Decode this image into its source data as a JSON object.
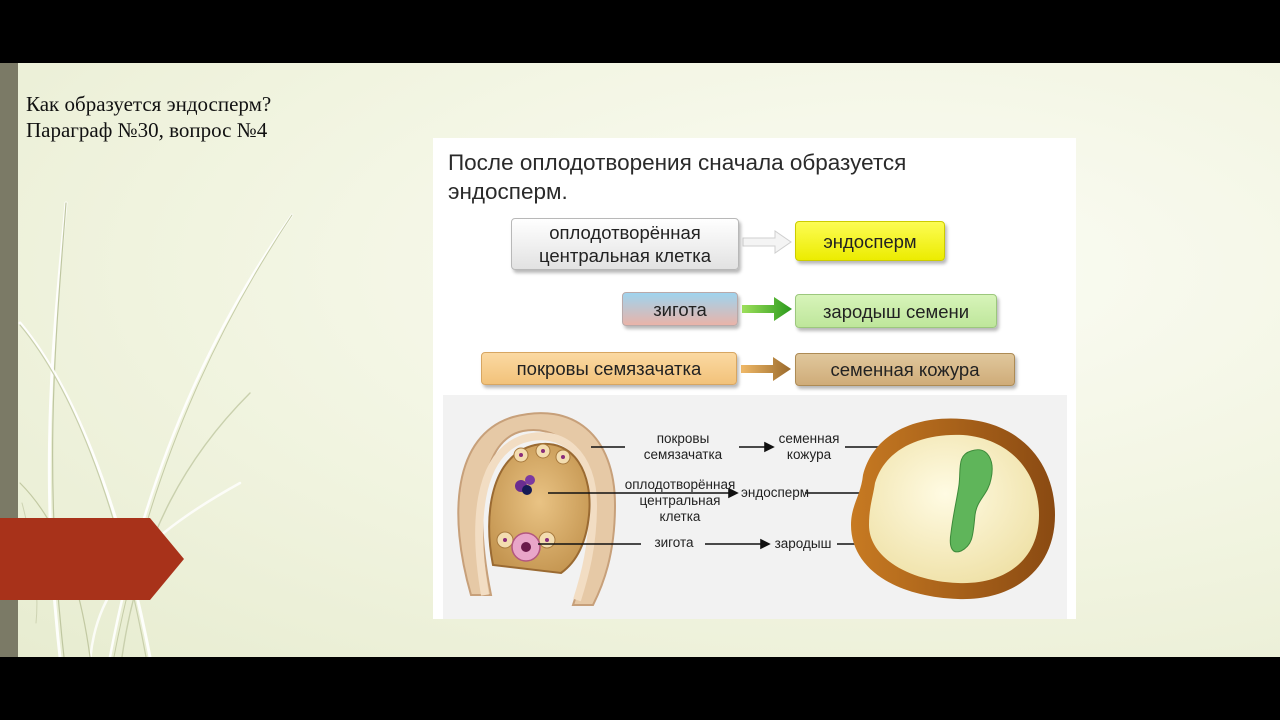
{
  "slide": {
    "question": "Как образуется эндосперм?",
    "reference": "Параграф №30, вопрос №4"
  },
  "card": {
    "intro_line1": "После оплодотворения сначала образуется",
    "intro_line2": "эндосперм.",
    "scheme": {
      "cell_line1": "оплодотворённая",
      "cell_line2": "центральная клетка",
      "endosperm": "эндосперм",
      "zygote": "зигота",
      "embryo": "зародыш семени",
      "integuments": "покровы семязачатка",
      "seed_coat": "семенная кожура"
    },
    "diagram": {
      "integuments_l1": "покровы",
      "integuments_l2": "семязачатка",
      "seed_coat_l1": "семенная",
      "seed_coat_l2": "кожура",
      "cell_l1": "оплодотворённая",
      "cell_l2": "центральная",
      "cell_l3": "клетка",
      "endosperm": "эндосперм",
      "zygote": "зигота",
      "embryo": "зародыш"
    }
  },
  "colors": {
    "accent_tab": "#a8321a",
    "endosperm_box": "#f5f51e",
    "embryo_box": "#c9ec a6",
    "coat_box": "#d8b98a"
  }
}
